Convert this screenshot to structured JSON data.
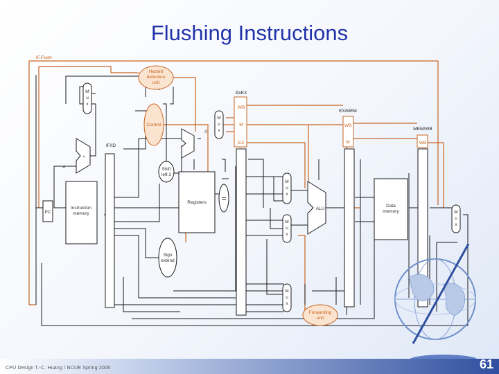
{
  "slide": {
    "title": "Flushing Instructions",
    "footer": "CPU Design T.-C. Huang / NCUE Spring 2006",
    "page_number": "61"
  },
  "diagram": {
    "signals": {
      "if_flush": "IF.Flush",
      "zero": "0"
    },
    "pipeline_registers": {
      "if_id": "IF/ID",
      "id_ex": "ID/EX",
      "ex_mem": "EX/MEM",
      "mem_wb": "MEM/WB"
    },
    "control_fields": {
      "wb": "WB",
      "m": "M",
      "ex": "EX"
    },
    "units": {
      "hazard_detection": [
        "Hazard",
        "detection",
        "unit"
      ],
      "control": "Control",
      "shift_left_2": [
        "Shift",
        "left 2"
      ],
      "registers": "Registers",
      "sign_extend": [
        "Sign",
        "extend"
      ],
      "instruction_memory": [
        "Instruction",
        "memory"
      ],
      "data_memory": [
        "Data",
        "memory"
      ],
      "alu": "ALU",
      "forwarding_unit": [
        "Forwarding",
        "unit"
      ],
      "pc": "PC",
      "plus": "+",
      "four": "4",
      "equal": "="
    },
    "mux_letters": [
      "M",
      "u",
      "x"
    ]
  },
  "colors": {
    "title": "#2233aa",
    "flush_path": "#c8641e",
    "datapath": "#1a1a1a"
  }
}
